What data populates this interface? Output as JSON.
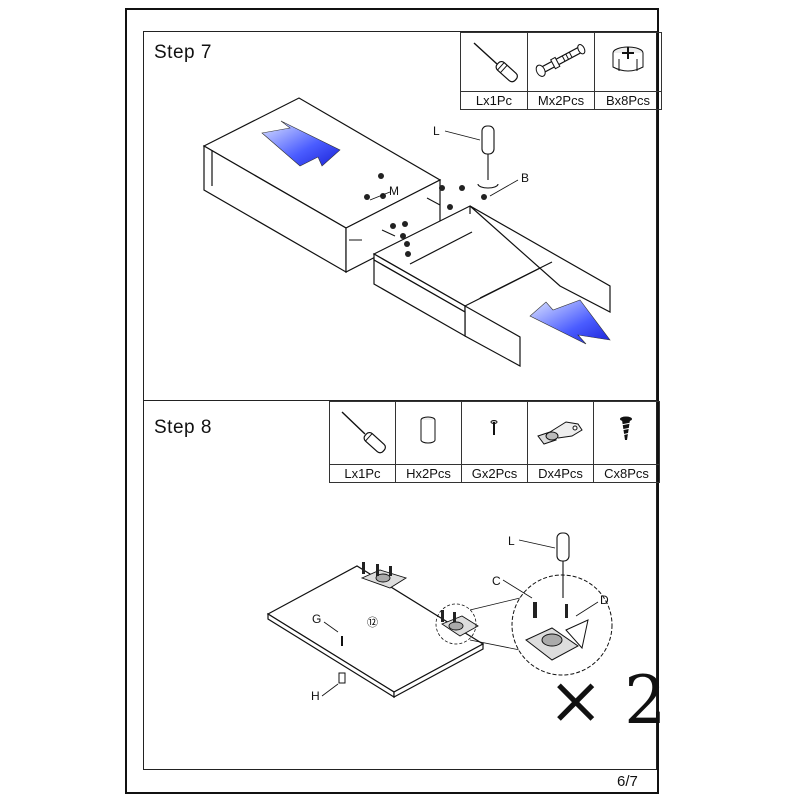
{
  "steps": [
    {
      "title": "Step 7",
      "parts": [
        {
          "icon": "screwdriver-icon",
          "label": "Lx1Pc"
        },
        {
          "icon": "cam-bolt-icon",
          "label": "Mx2Pcs"
        },
        {
          "icon": "cam-lock-icon",
          "label": "Bx8Pcs"
        }
      ],
      "callouts": [
        "L",
        "B",
        "M"
      ]
    },
    {
      "title": "Step 8",
      "parts": [
        {
          "icon": "screwdriver-icon",
          "label": "Lx1Pc"
        },
        {
          "icon": "dowel-icon",
          "label": "Hx2Pcs"
        },
        {
          "icon": "pin-icon",
          "label": "Gx2Pcs"
        },
        {
          "icon": "hinge-icon",
          "label": "Dx4Pcs"
        },
        {
          "icon": "screw-icon",
          "label": "Cx8Pcs"
        }
      ],
      "callouts": [
        "L",
        "C",
        "D",
        "G",
        "H"
      ],
      "panel_number": "⑫",
      "multiplier": "× 2"
    }
  ],
  "page_number": "6/7"
}
